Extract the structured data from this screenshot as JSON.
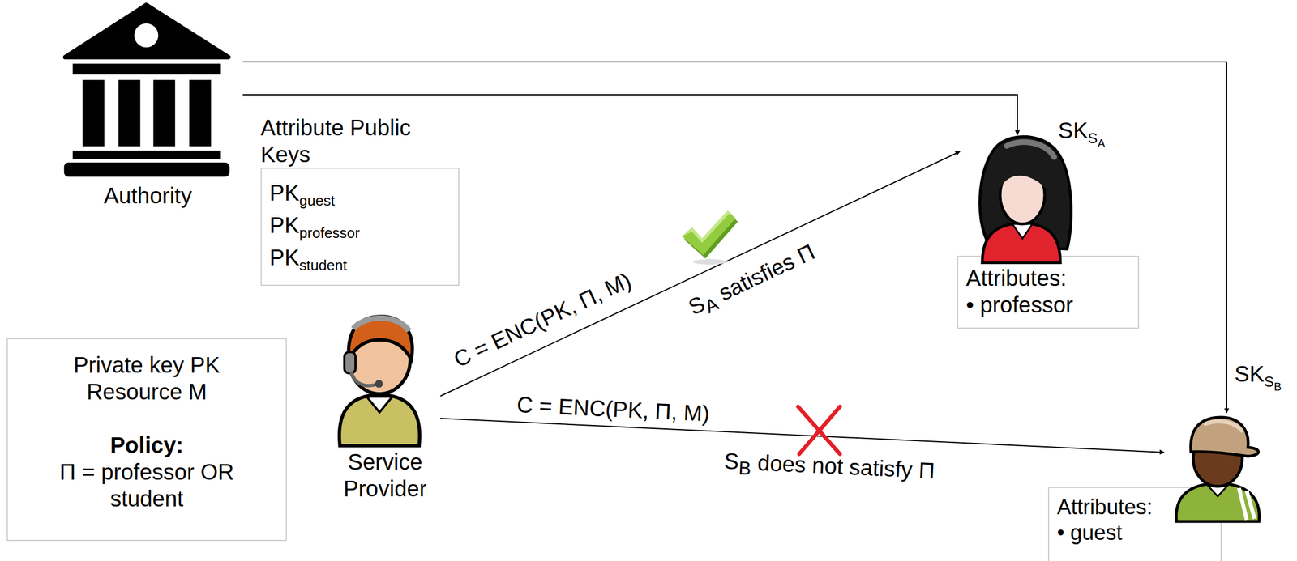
{
  "diagram": {
    "nodes": [
      {
        "text": [
          "Authority"
        ]
      },
      {
        "text": [
          "Attribute Public Keys",
          "PKguest",
          "PKprofessor",
          "PKstudent"
        ]
      },
      {
        "text": [
          "Private key PK",
          "Resource M",
          "Policy:",
          "Π = professor OR student"
        ]
      },
      {
        "text": [
          "Service Provider"
        ]
      },
      {
        "text": [
          "SKSA"
        ]
      },
      {
        "text": [
          "Attributes:",
          "• professor"
        ]
      },
      {
        "text": [
          "SKSB"
        ]
      },
      {
        "text": [
          "Attributes:",
          "• guest"
        ]
      }
    ],
    "edges": [
      {
        "from": 0,
        "to": 4,
        "arrow": "to"
      },
      {
        "from": 0,
        "to": 6,
        "arrow": "to"
      },
      {
        "from": 3,
        "to": 4,
        "arrow": "to",
        "label": "C = ENC(PK, Π, M)"
      },
      {
        "from": 3,
        "to": 6,
        "arrow": "to",
        "label": "C = ENC(PK, Π, M)"
      }
    ],
    "labels": [
      "SA satisfies Π",
      "SB does not satisfy Π"
    ]
  }
}
